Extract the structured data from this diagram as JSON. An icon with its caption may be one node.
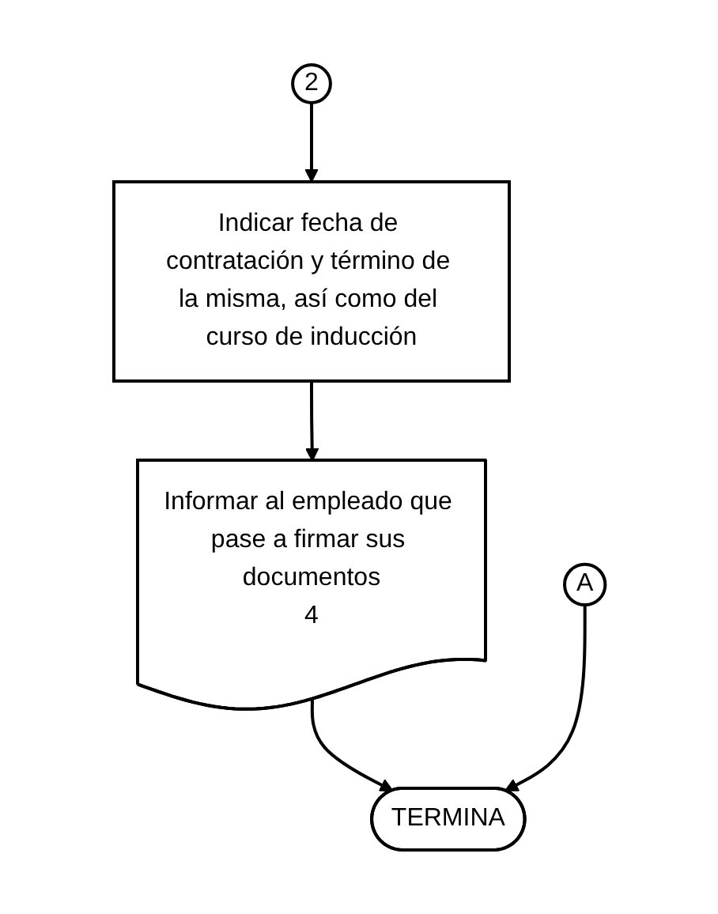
{
  "diagram": {
    "nodes": [
      {
        "text": [
          "2"
        ]
      },
      {
        "text": [
          "Indicar fecha de contratación y término de la misma, así como del curso de inducción"
        ]
      },
      {
        "text": [
          "Informar al empleado que pase a firmar sus documentos",
          "4"
        ]
      },
      {
        "text": [
          "TERMINA"
        ]
      },
      {
        "text": [
          "A"
        ]
      }
    ],
    "edges": [
      {
        "from": 0,
        "to": 1,
        "arrow": "to"
      },
      {
        "from": 1,
        "to": 2,
        "arrow": "to"
      },
      {
        "from": 2,
        "to": 3,
        "arrow": "to"
      },
      {
        "from": 4,
        "to": 3,
        "arrow": "to"
      }
    ]
  }
}
